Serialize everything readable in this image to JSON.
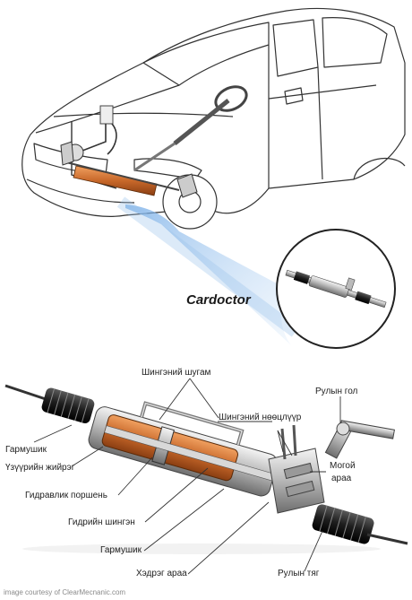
{
  "brand": "Cardoctor",
  "credit": "image courtesy of ClearMecnanic.com",
  "labels": {
    "steering_tube": "Шингэний шугам",
    "steering_column": "Рулын гол",
    "fluid_feed": "Шингэний нөөцлүүр",
    "boot_left": "Гармушик",
    "pinion_line1": "Могой",
    "pinion_line2": "араа",
    "inner_seal": "Үзүүрийн жийрэг",
    "hydraulic_piston": "Гидравлик поршень",
    "hydraulic_fluid": "Гидрийн шингэн",
    "boot_right": "Гармушик",
    "gear_rack": "Хэдрэг араа",
    "tie_rod": "Рулын тяг"
  }
}
